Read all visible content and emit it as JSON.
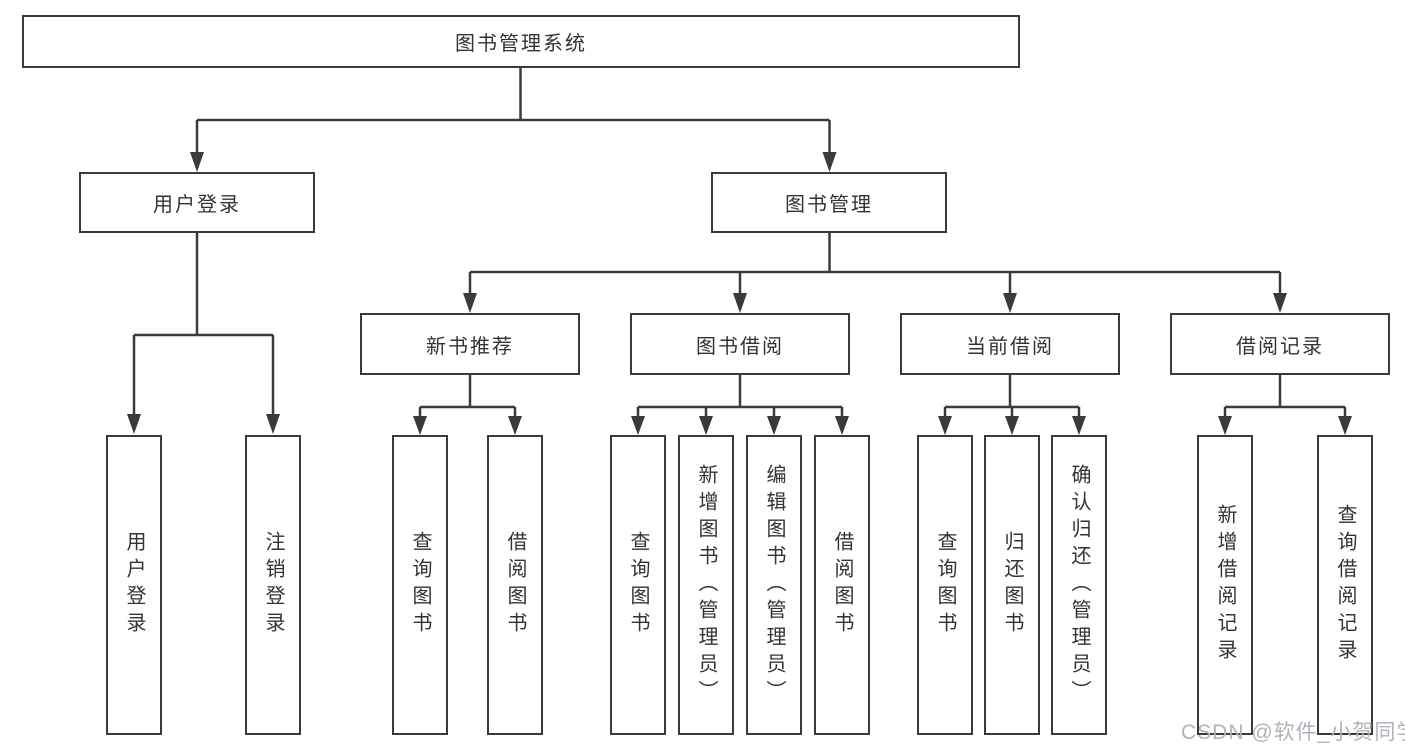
{
  "diagram": {
    "root": {
      "label": "图书管理系统"
    },
    "branches": [
      {
        "label": "用户登录",
        "children": [
          {
            "label": "用户登录"
          },
          {
            "label": "注销登录"
          }
        ]
      },
      {
        "label": "图书管理",
        "children": [
          {
            "label": "新书推荐",
            "children": [
              {
                "label": "查询图书"
              },
              {
                "label": "借阅图书"
              }
            ]
          },
          {
            "label": "图书借阅",
            "children": [
              {
                "label": "查询图书"
              },
              {
                "label": "新增图书（管理员）"
              },
              {
                "label": "编辑图书（管理员）"
              },
              {
                "label": "借阅图书"
              }
            ]
          },
          {
            "label": "当前借阅",
            "children": [
              {
                "label": "查询图书"
              },
              {
                "label": "归还图书"
              },
              {
                "label": "确认归还（管理员）"
              }
            ]
          },
          {
            "label": "借阅记录",
            "children": [
              {
                "label": "新增借阅记录"
              },
              {
                "label": "查询借阅记录"
              }
            ]
          }
        ]
      }
    ]
  },
  "watermark": {
    "text": "CSDN @软件_小贺同学"
  },
  "colors": {
    "line": "#3a3a3a",
    "text": "#333333",
    "watermark": "#b2b2ba",
    "background": "#ffffff"
  }
}
